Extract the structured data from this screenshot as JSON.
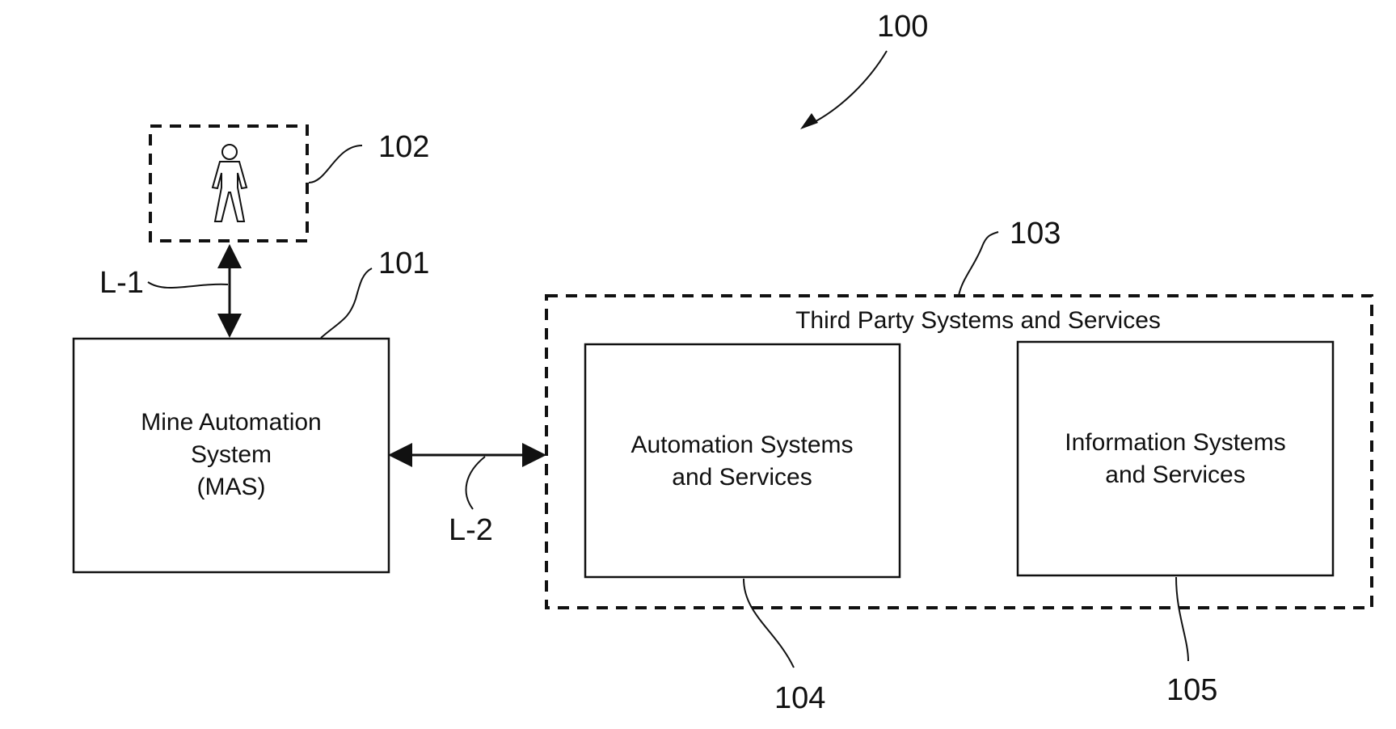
{
  "figure_number": "100",
  "person": {
    "ref": "102"
  },
  "mas": {
    "ref": "101",
    "lines": [
      "Mine Automation",
      "System",
      "(MAS)"
    ]
  },
  "third_party": {
    "ref": "103",
    "title": "Third Party Systems and Services"
  },
  "automation": {
    "ref": "104",
    "lines": [
      "Automation Systems",
      "and Services"
    ]
  },
  "information": {
    "ref": "105",
    "lines": [
      "Information Systems",
      "and Services"
    ]
  },
  "links": {
    "l1": "L-1",
    "l2": "L-2"
  }
}
